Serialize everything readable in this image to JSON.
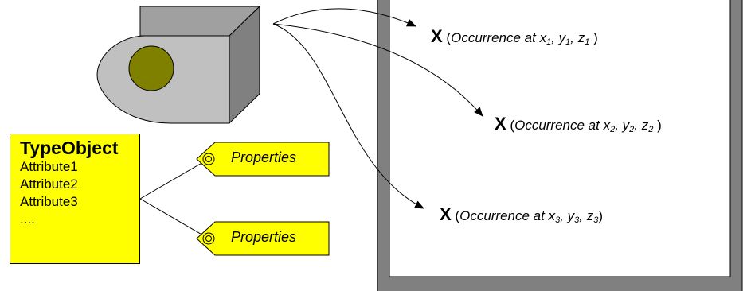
{
  "type_object": {
    "title": "TypeObject",
    "attributes": [
      "Attribute1",
      "Attribute2",
      "Attribute3",
      "...."
    ]
  },
  "tags": [
    {
      "label": "Properties"
    },
    {
      "label": "Properties"
    }
  ],
  "occurrences": [
    {
      "marker": "X",
      "open": "(",
      "text": "Occurrence at ",
      "x": "x",
      "xi": "1",
      "y": "y",
      "yi": "1",
      "z": "z",
      "zi": "1",
      "close": " )"
    },
    {
      "marker": "X",
      "open": "(",
      "text": "Occurrence at ",
      "x": "x",
      "xi": "2",
      "y": "y",
      "yi": "2",
      "z": "z",
      "zi": "2",
      "close": " )"
    },
    {
      "marker": "X",
      "open": "(",
      "text": "Occurrence at ",
      "x": "x",
      "xi": "3",
      "y": "y",
      "yi": "3",
      "z": "z",
      "zi": "3",
      "close": ")"
    }
  ],
  "colors": {
    "yellow": "#ffff00",
    "frame": "#808080",
    "projector_face": "#c0c0c0",
    "projector_side": "#808080",
    "projector_top": "#a0a0a0",
    "lens": "#808000"
  }
}
